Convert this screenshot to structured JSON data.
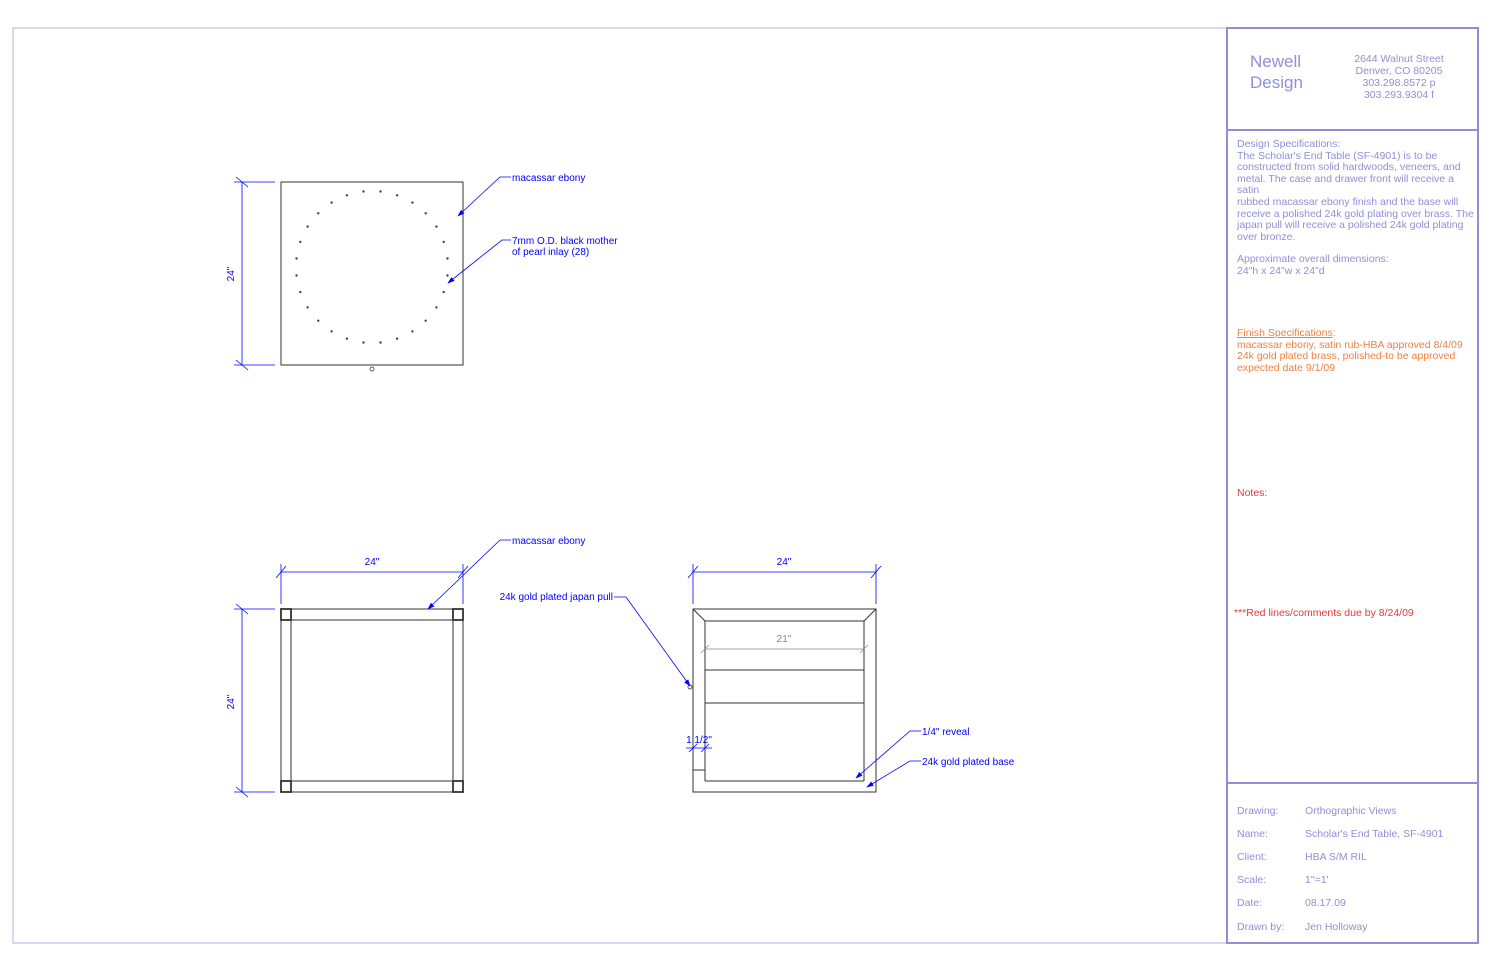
{
  "company": {
    "name_line1": "Newell",
    "name_line2": "Design",
    "address": [
      "2644 Walnut Street",
      "Denver, CO  80205",
      "303.298.8572 p",
      "303.293.9304 f"
    ]
  },
  "specs": {
    "heading": "Design Specifications:",
    "body": [
      "The Scholar's End Table (SF-4901) is to be",
      "constructed from solid hardwoods, veneers, and",
      "metal. The case and drawer front will receive a satin",
      "rubbed macassar ebony finish and the base will",
      "receive a polished 24k gold plating over brass. The",
      "japan pull will receive a polished 24k gold plating",
      "over bronze."
    ],
    "dims_heading": "Approximate overall dimensions:",
    "dims_value": "24\"h x 24\"w x 24\"d"
  },
  "finish": {
    "heading": "Finish Specifications",
    "colon": ":",
    "lines": [
      "macassar ebony, satin rub-HBA approved 8/4/09",
      "24k gold plated brass, polished-to be approved",
      "expected date 9/1/09"
    ]
  },
  "notes": {
    "heading": "Notes:",
    "redlines": "***Red lines/comments due by 8/24/09"
  },
  "info": [
    {
      "label": "Drawing:",
      "value": "Orthographic Views"
    },
    {
      "label": "Name:",
      "value": "Scholar's End Table, SF-4901"
    },
    {
      "label": "Client:",
      "value": "HBA S/M RIL"
    },
    {
      "label": "Scale:",
      "value": "1\"=1'"
    },
    {
      "label": "Date:",
      "value": "08.17.09"
    },
    {
      "label": "Drawn by:",
      "value": "Jen Holloway"
    }
  ],
  "drawing": {
    "top_view": {
      "dim_height": "24\"",
      "callout_ebony": "macassar ebony",
      "callout_inlay_line1": "7mm O.D. black mother",
      "callout_inlay_line2": "of pearl inlay (28)",
      "inlay_count": 28
    },
    "bottom_view": {
      "dim_width": "24\"",
      "dim_height": "24\"",
      "callout_ebony": "macassar ebony"
    },
    "front_view": {
      "dim_width": "24\"",
      "dim_inner": "21\"",
      "dim_post": "1 1/2\"",
      "callout_pull": "24k gold plated japan pull",
      "callout_reveal": "1/4\" reveal",
      "callout_base": "24k gold plated base"
    }
  },
  "colors": {
    "dimension_blue": "#0000ff",
    "titleblock_purple": "#8f8fd6",
    "finish_orange": "#f08040",
    "notes_red": "#e03a3a"
  }
}
